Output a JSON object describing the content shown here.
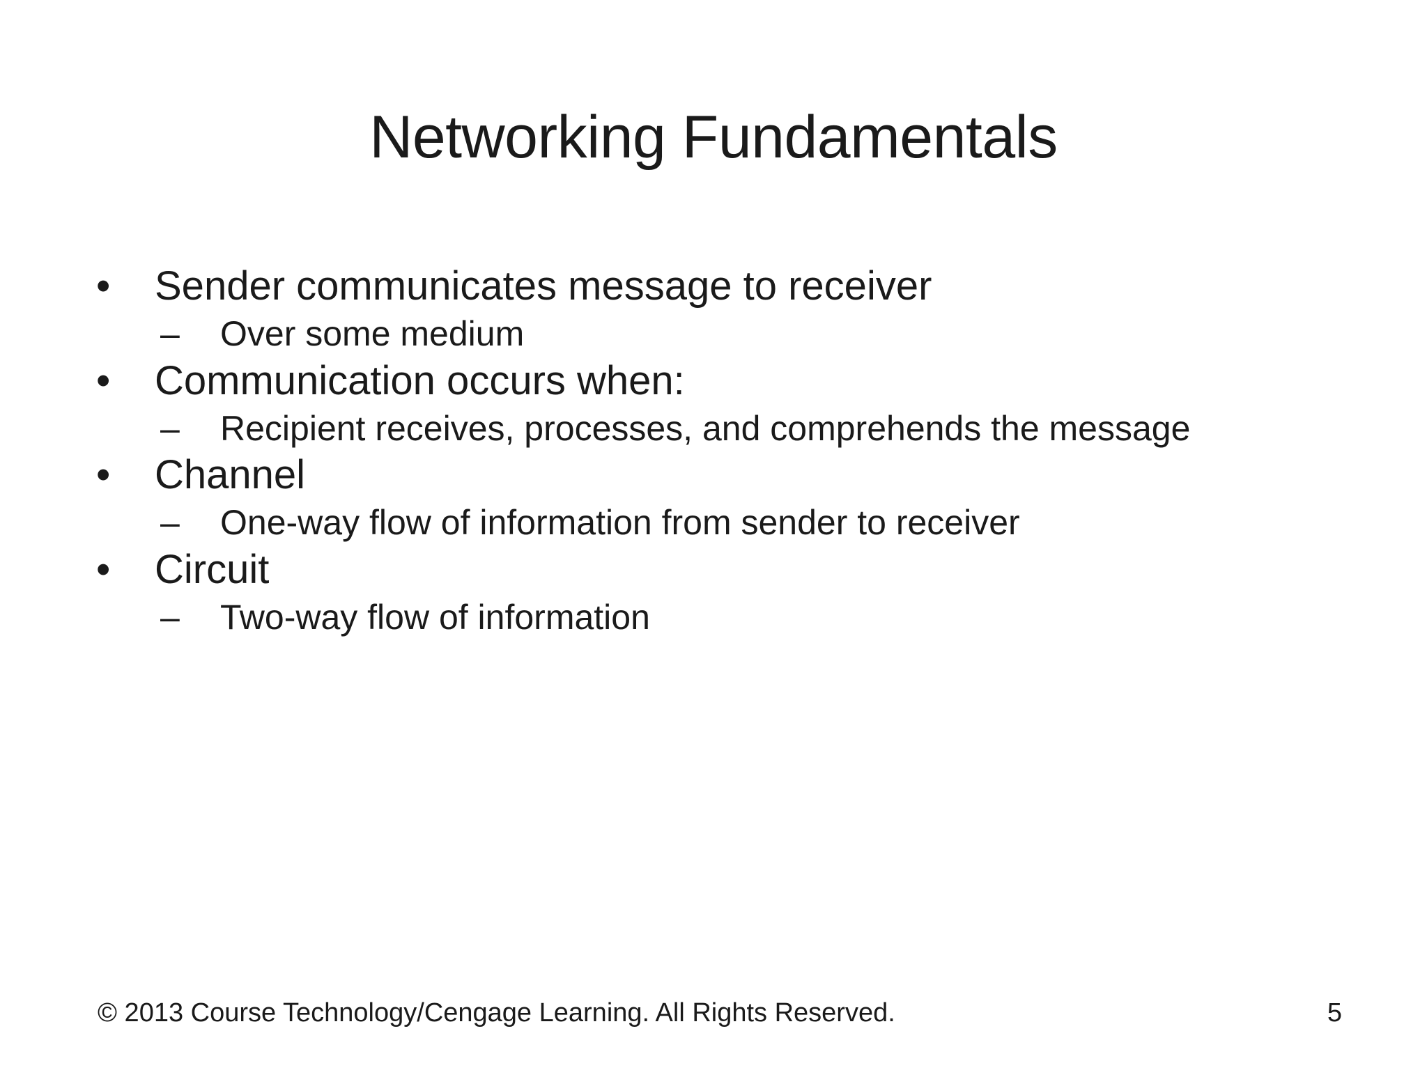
{
  "slide": {
    "title": "Networking Fundamentals",
    "page_number": "5",
    "background_color": "#ffffff",
    "text_color": "#1a1a1a",
    "bullet_marker_l1": "•",
    "bullet_marker_l2": "–",
    "content": [
      {
        "level1": "Sender communicates message to receiver",
        "level2": [
          "Over some medium"
        ]
      },
      {
        "level1": "Communication occurs when:",
        "level2": [
          "Recipient receives, processes, and comprehends the message"
        ]
      },
      {
        "level1": "Channel",
        "level2": [
          "One-way flow of information from sender to receiver"
        ]
      },
      {
        "level1": "Circuit",
        "level2": [
          "Two-way flow of information"
        ]
      }
    ],
    "footer": {
      "copyright": "© 2013 Course Technology/Cengage Learning. All Rights Reserved."
    }
  }
}
